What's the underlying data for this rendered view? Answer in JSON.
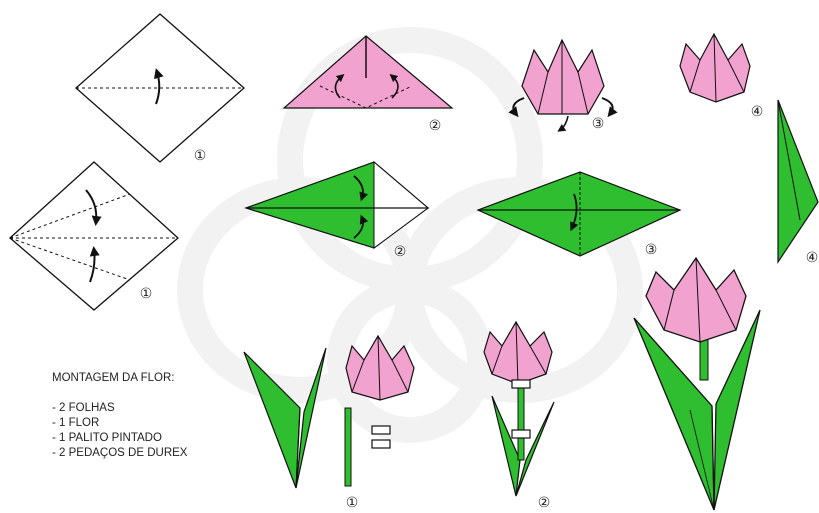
{
  "steps": {
    "flower_1": "①",
    "flower_2": "②",
    "flower_3": "③",
    "flower_4": "④",
    "leaf_1": "①",
    "leaf_2": "②",
    "leaf_3": "③",
    "leaf_4": "④",
    "assembly_1": "①",
    "assembly_2": "②"
  },
  "legend": {
    "title": "MONTAGEM DA FLOR:",
    "items": [
      "- 2 FOLHAS",
      "- 1 FLOR",
      "- 1 PALITO PINTADO",
      "- 2 PEDAÇOS DE DUREX"
    ]
  },
  "colors": {
    "petal_pink": "#f2a2cf",
    "leaf_green": "#2fbe2f",
    "outline": "#1a1a1a",
    "watermark": "#f3f3f3"
  }
}
